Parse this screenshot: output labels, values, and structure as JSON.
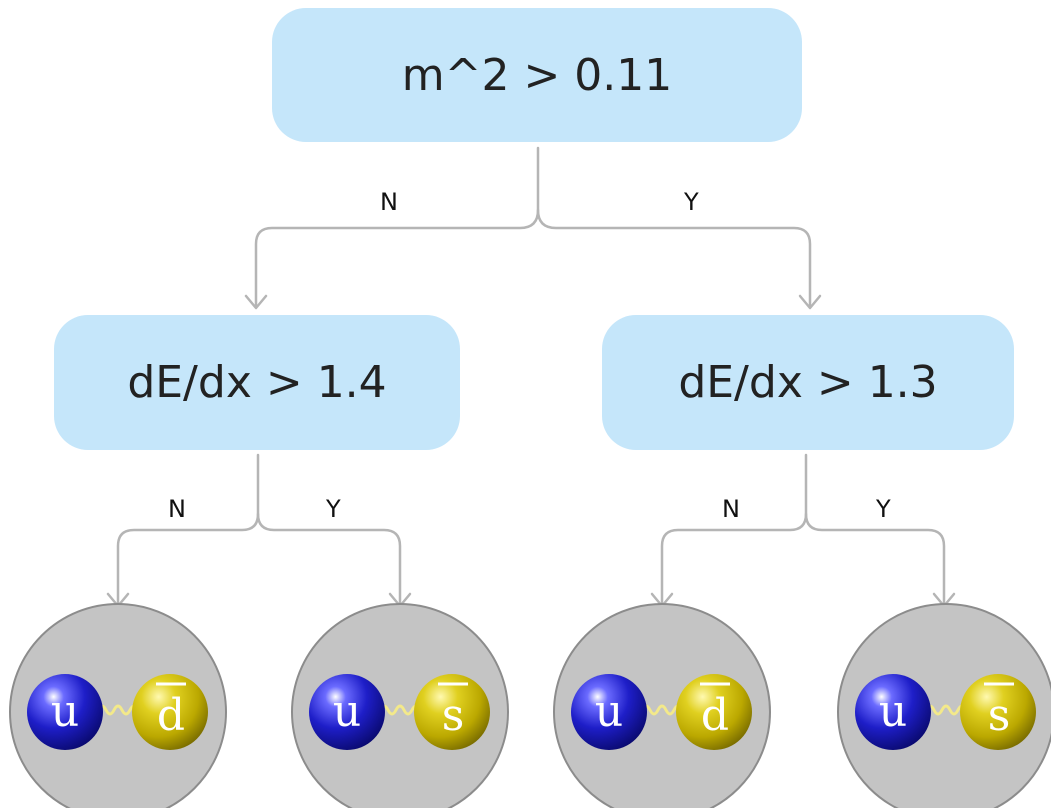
{
  "root": {
    "label": "m^2 > 0.11",
    "no": "N",
    "yes": "Y"
  },
  "left": {
    "label": "dE/dx > 1.4",
    "no": "N",
    "yes": "Y"
  },
  "right": {
    "label": "dE/dx > 1.3",
    "no": "N",
    "yes": "Y"
  },
  "leaves": [
    {
      "quark": "u",
      "antiquark": "d"
    },
    {
      "quark": "u",
      "antiquark": "s"
    },
    {
      "quark": "u",
      "antiquark": "d"
    },
    {
      "quark": "u",
      "antiquark": "s"
    }
  ],
  "colors": {
    "node_fill": "#c5e6fa",
    "connector": "#b5b5b5",
    "leaf_circle": "#c4c4c4",
    "quark_blue": "#1e1ec8",
    "antiquark_yellow": "#c8b800"
  }
}
